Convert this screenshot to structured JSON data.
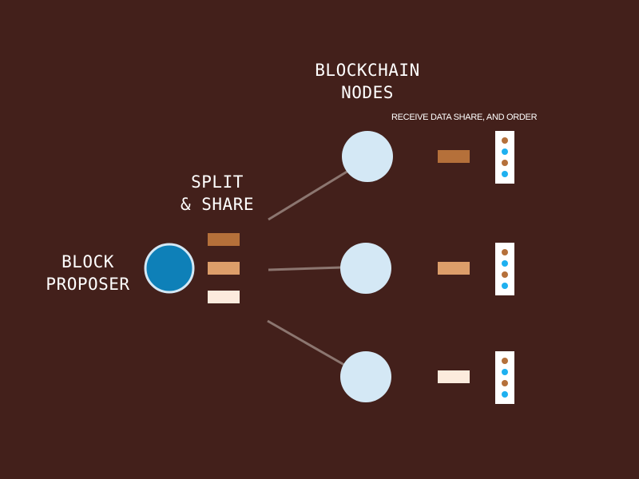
{
  "labels": {
    "block_proposer": [
      "BLOCK",
      "PROPOSER"
    ],
    "split_share": [
      "SPLIT",
      "& SHARE"
    ],
    "blockchain_nodes": [
      "BLOCKCHAIN",
      "NODES"
    ],
    "receive_caption": "RECEIVE DATA SHARE, AND ORDER"
  },
  "colors": {
    "background": "#43201b",
    "proposer_fill": "#0e80b8",
    "proposer_stroke": "#d4e8f5",
    "node_fill": "#d4e8f5",
    "connector": "#8c7670",
    "share_colors": [
      "#b5703a",
      "#dd9e6a",
      "#fcebdd"
    ],
    "order_panel": "#ffffff",
    "order_dot_brown": "#b5703a",
    "order_dot_blue": "#1eb0f0"
  },
  "shares": [
    {
      "name": "share-1",
      "color_key": 0
    },
    {
      "name": "share-2",
      "color_key": 1
    },
    {
      "name": "share-3",
      "color_key": 2
    }
  ],
  "nodes": [
    {
      "name": "node-1",
      "received_share": 0,
      "order_dots": [
        "brown",
        "blue",
        "brown",
        "blue"
      ]
    },
    {
      "name": "node-2",
      "received_share": 1,
      "order_dots": [
        "brown",
        "blue",
        "brown",
        "blue"
      ]
    },
    {
      "name": "node-3",
      "received_share": 2,
      "order_dots": [
        "brown",
        "blue",
        "brown",
        "blue"
      ]
    }
  ]
}
